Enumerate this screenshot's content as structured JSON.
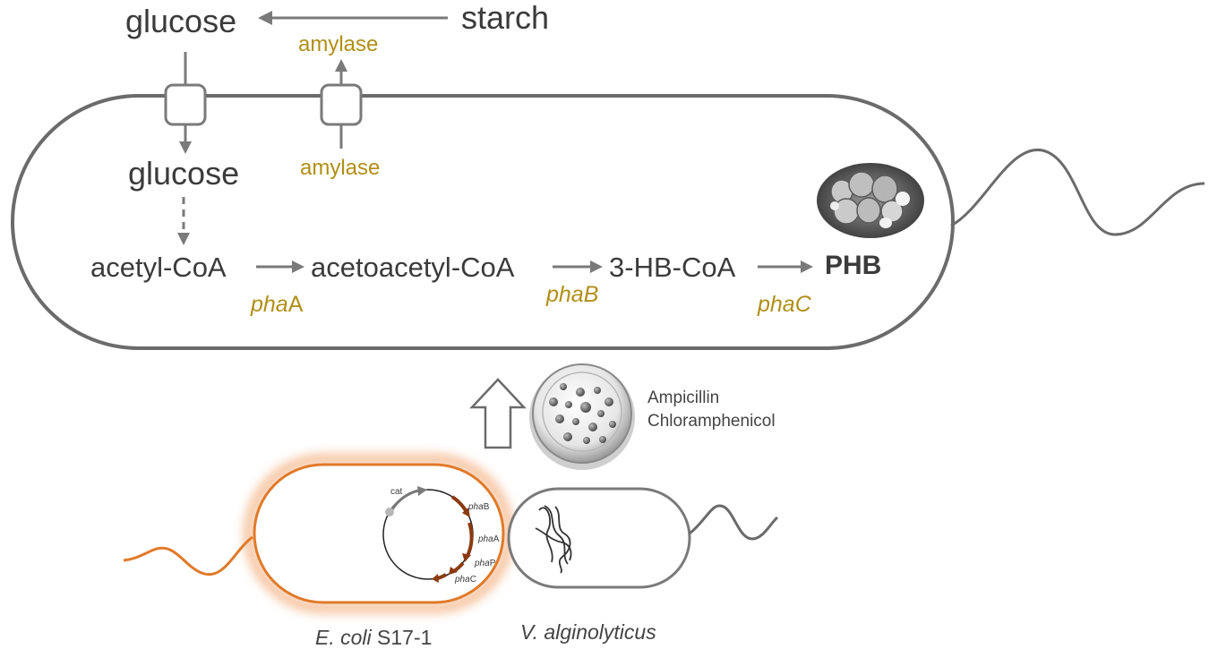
{
  "labels": {
    "starch": "starch",
    "glucose_outside": "glucose",
    "amylase_outside": "amylase",
    "amylase_inside": "amylase",
    "glucose_inside": "glucose",
    "acetyl_coa": "acetyl-CoA",
    "acetoacetyl_coa": "acetoacetyl-CoA",
    "hb_coa": "3-HB-CoA",
    "phb": "PHB",
    "phaA_italic": "pha",
    "phaA_suffix": "A",
    "phaB": "phaB",
    "phaC": "phaC",
    "antibiotic_1": "Ampicillin",
    "antibiotic_2": "Chloramphenicol",
    "ecoli_italic": "E. coli",
    "ecoli_suffix": " S17-1",
    "valgino": "V. alginolyticus"
  },
  "plasmid": {
    "cat": "cat",
    "phaB_italic": "pha",
    "phaB_suffix": "B",
    "phaA_italic": "pha",
    "phaA_suffix": "A",
    "phaP_italic": "pha",
    "phaP_suffix": "P",
    "phaC_italic": "pha",
    "phaC_suffix": "C"
  },
  "colors": {
    "gold": "#b08f16",
    "text": "#3b3b3b",
    "arrow": "#7a7a7a",
    "ecoli_outline": "#e07a2a",
    "gene_brown": "#8a3a10",
    "cell_outline": "#6b6b6b"
  }
}
